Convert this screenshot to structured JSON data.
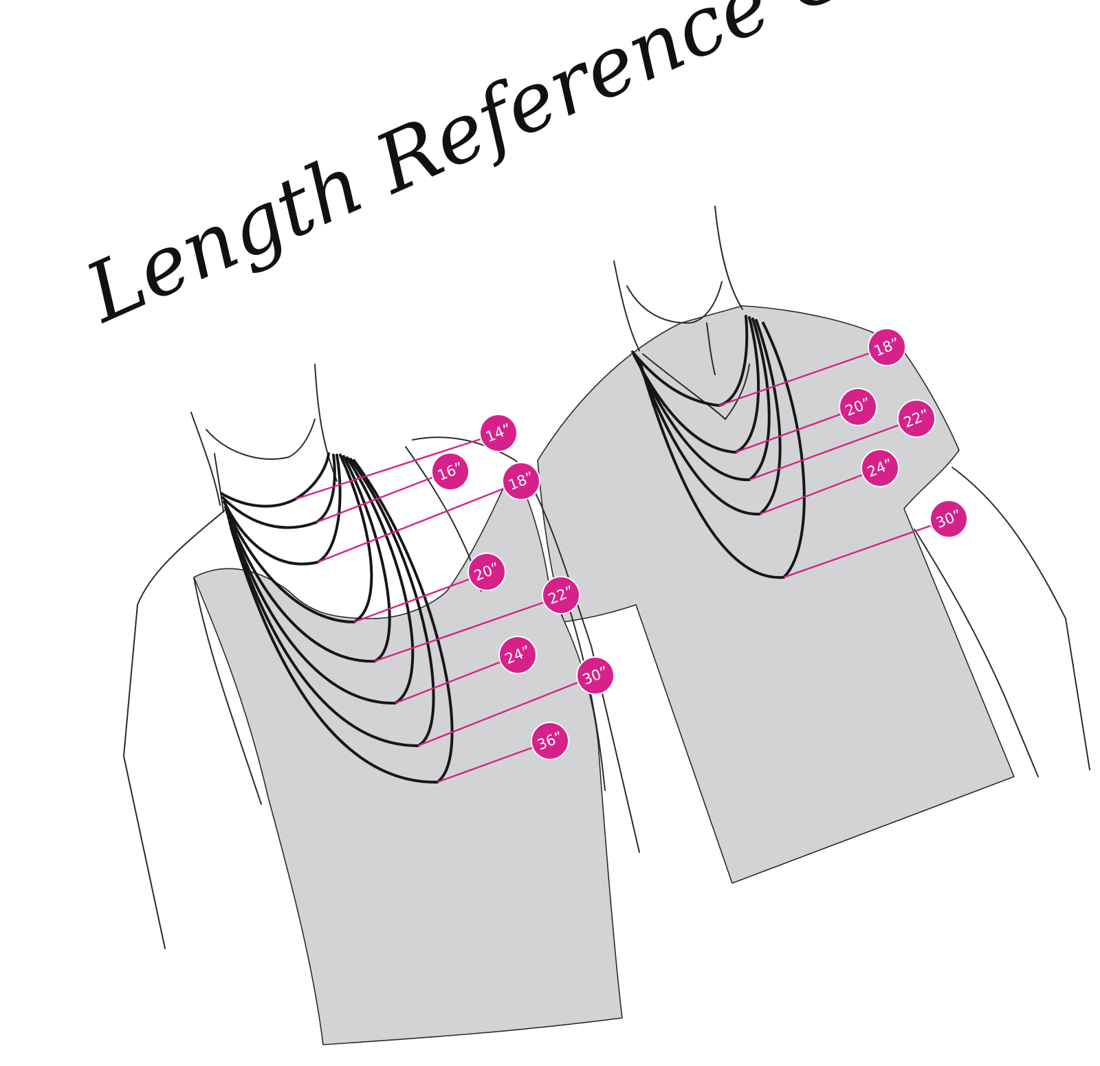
{
  "title": "Length Reference Guide",
  "colors": {
    "accent": "#d6218a",
    "shirt": "#d3d3d5",
    "line": "#161616"
  },
  "figures": {
    "female": {
      "lengths": [
        "14”",
        "16”",
        "18”",
        "20”",
        "22”",
        "24”",
        "30”",
        "36”"
      ]
    },
    "male": {
      "lengths": [
        "18”",
        "20”",
        "22”",
        "24”",
        "30”"
      ]
    }
  }
}
